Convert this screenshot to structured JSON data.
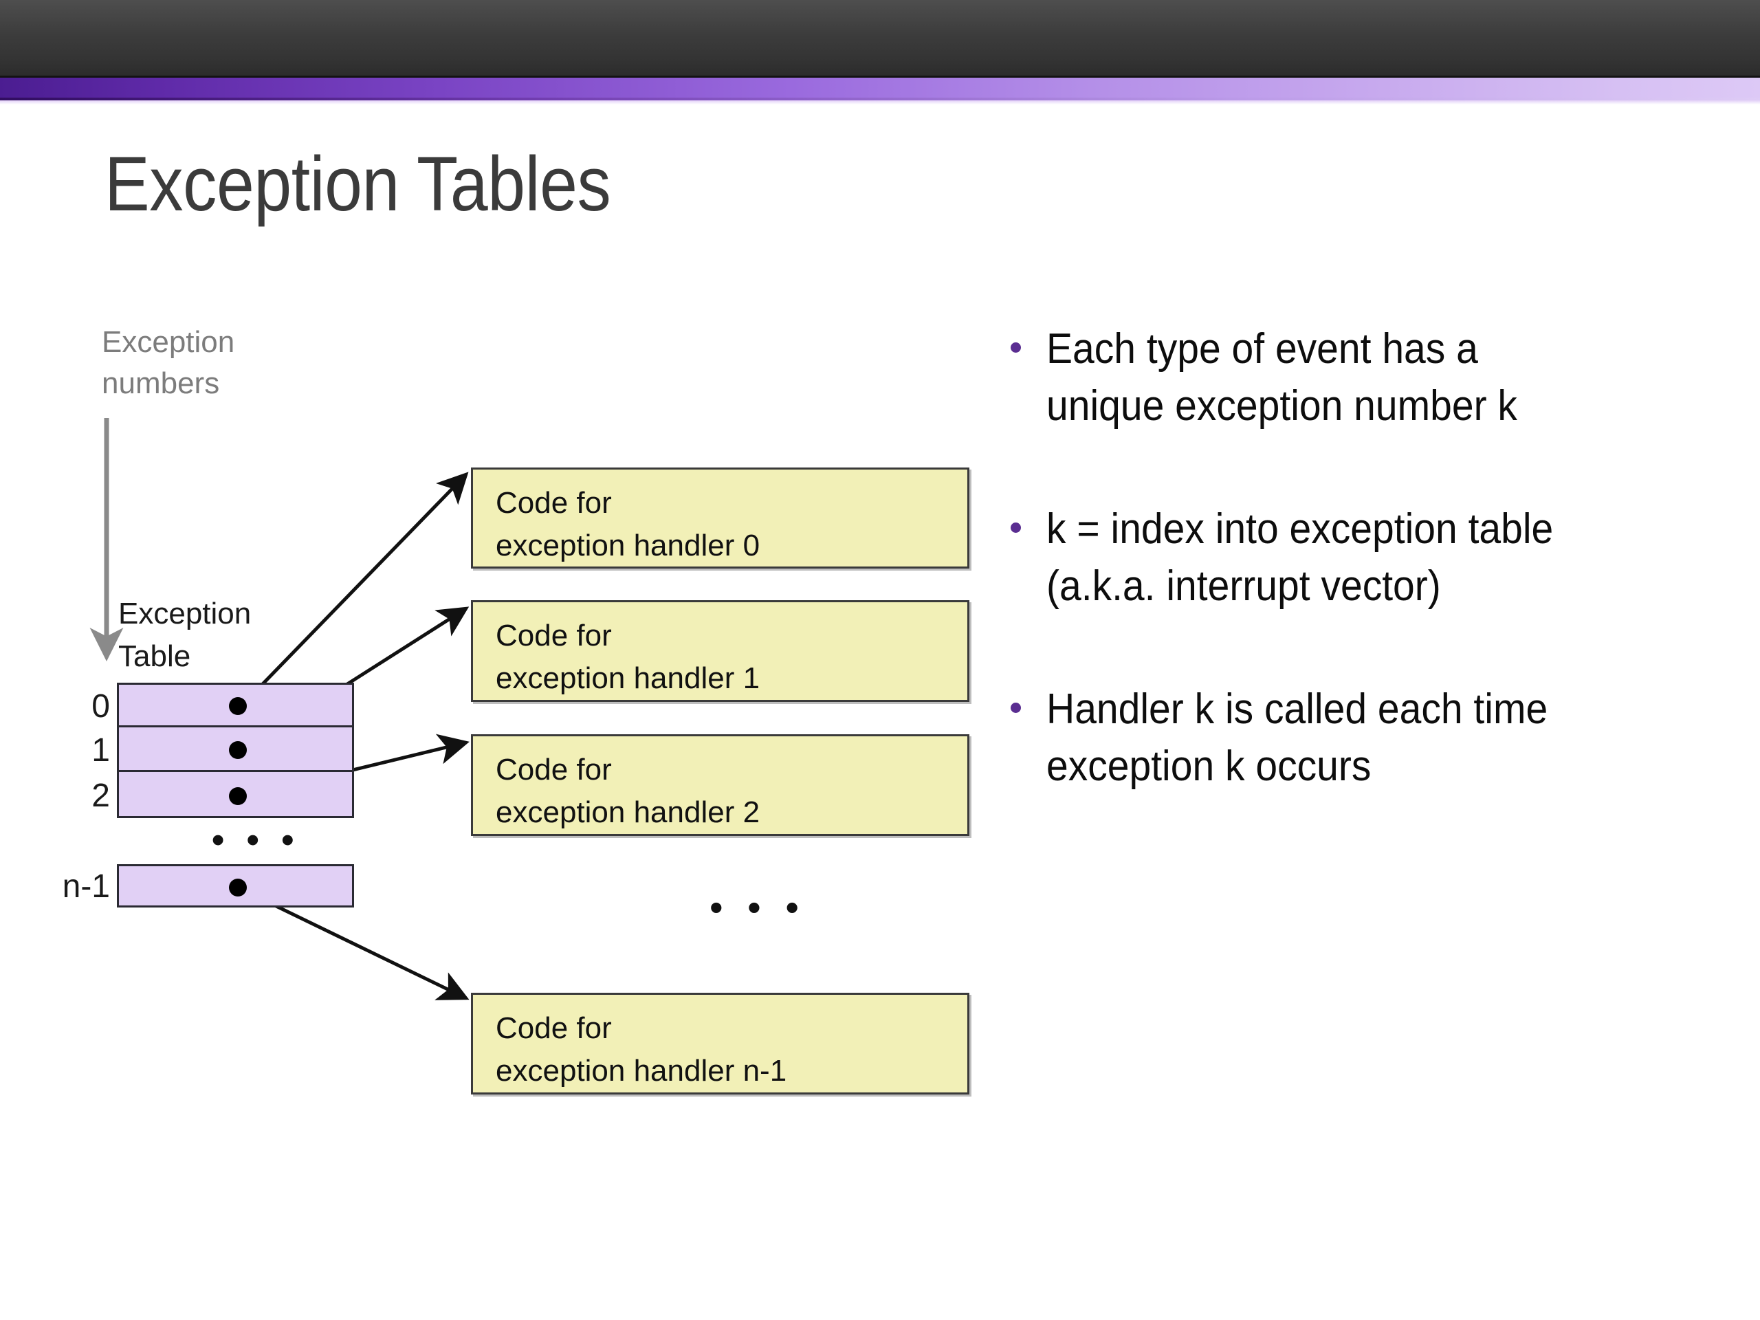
{
  "slide": {
    "title": "Exception Tables",
    "theme": {
      "header_dark": "#3c3c3c",
      "accent_purple_dark": "#4b1d91",
      "accent_purple_light": "#ddc9f6",
      "table_fill": "#e1d0f5",
      "table_border": "#2a2a33",
      "handler_fill": "#f2f0b7",
      "handler_border": "#3a3a3a",
      "bullet_marker": "#5a2d91",
      "title_color": "#3b3b3b",
      "muted_label": "#7c7c7c"
    }
  },
  "diagram": {
    "exception_numbers_label": "Exception\nnumbers",
    "exception_table_label": "Exception\nTable",
    "table_rows": [
      {
        "index_label": "0",
        "dot": "filled-dot"
      },
      {
        "index_label": "1",
        "dot": "filled-dot"
      },
      {
        "index_label": "2",
        "dot": "filled-dot"
      },
      {
        "index_label": "n-1",
        "dot": "filled-dot"
      }
    ],
    "table_ellipsis": "• • •",
    "handler_ellipsis": "• • •",
    "handlers": [
      {
        "line1": "Code for",
        "line2": "exception handler 0",
        "text": "Code for\nexception handler 0"
      },
      {
        "line1": "Code for",
        "line2": "exception handler 1",
        "text": "Code for\nexception handler 1"
      },
      {
        "line1": "Code for",
        "line2": "exception handler 2",
        "text": "Code for\nexception handler 2"
      },
      {
        "line1": "Code for",
        "line2": "exception handler n-1",
        "text": "Code for\nexception handler n-1"
      }
    ]
  },
  "bullets": [
    {
      "text": "Each type of event has a\nunique exception number k"
    },
    {
      "text": "k = index into exception table\n(a.k.a. interrupt vector)"
    },
    {
      "text": "Handler k is called each time\nexception k occurs"
    }
  ]
}
